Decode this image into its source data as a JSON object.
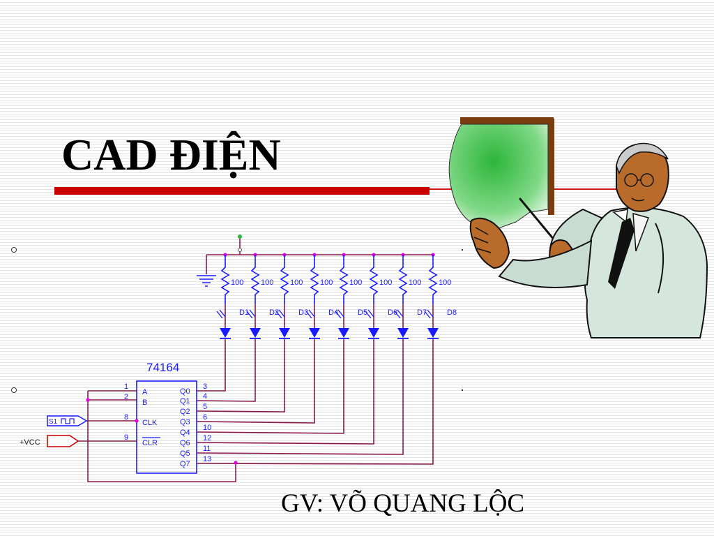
{
  "slide": {
    "title": "CAD ĐIỆN",
    "author": "GV: VÕ QUANG LỘC"
  },
  "schematic": {
    "chip": {
      "name": "74164",
      "pins_left": [
        {
          "num": "1",
          "name": "A"
        },
        {
          "num": "2",
          "name": "B"
        },
        {
          "num": "8",
          "name": "CLK"
        },
        {
          "num": "9",
          "name": "CLR"
        }
      ],
      "pins_right": [
        {
          "num": "3",
          "name": "Q0"
        },
        {
          "num": "4",
          "name": "Q1"
        },
        {
          "num": "5",
          "name": "Q2"
        },
        {
          "num": "6",
          "name": "Q3"
        },
        {
          "num": "10",
          "name": "Q4"
        },
        {
          "num": "12",
          "name": "Q6"
        },
        {
          "num": "11",
          "name": "Q5"
        },
        {
          "num": "13",
          "name": "Q7"
        }
      ]
    },
    "resistor_value": "100",
    "leds": [
      "D1",
      "D2",
      "D3",
      "D4",
      "D5",
      "D6",
      "D7",
      "D8"
    ],
    "clock_source": "S1",
    "vcc_label": "+VCC"
  },
  "colors": {
    "accent_bar": "#cc0000",
    "wire": "#8b1a4a",
    "component": "#1a1aff",
    "junction": "#e000e0",
    "board": "#2db53a",
    "frame": "#7a3d10"
  },
  "icons": [
    "teacher-clipart-icon",
    "bullet-icon"
  ]
}
